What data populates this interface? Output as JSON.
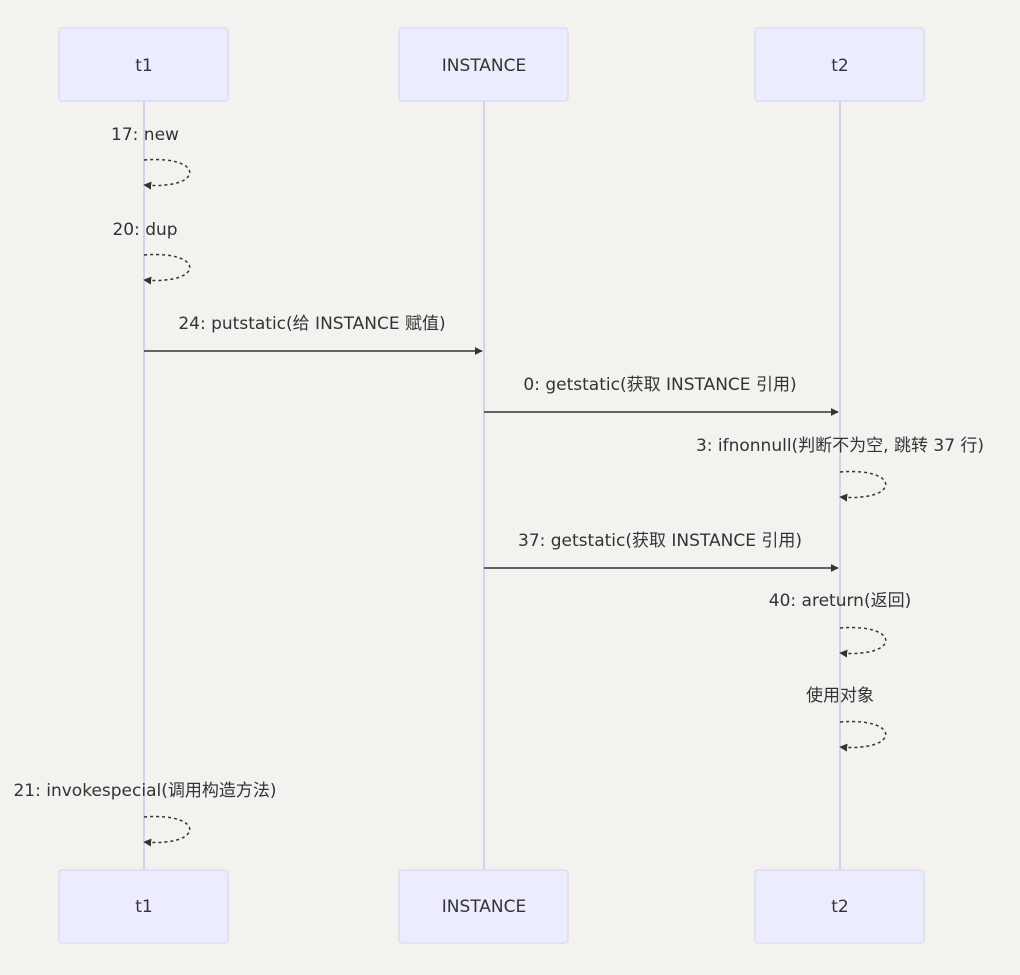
{
  "participants": [
    {
      "id": "t1",
      "label": "t1"
    },
    {
      "id": "instance",
      "label": "INSTANCE"
    },
    {
      "id": "t2",
      "label": "t2"
    }
  ],
  "messages": [
    {
      "from": "t1",
      "to": "t1",
      "text": "17: new",
      "self": true
    },
    {
      "from": "t1",
      "to": "t1",
      "text": "20: dup",
      "self": true
    },
    {
      "from": "t1",
      "to": "instance",
      "text": "24: putstatic(给 INSTANCE 赋值)",
      "self": false
    },
    {
      "from": "instance",
      "to": "t2",
      "text": "0: getstatic(获取 INSTANCE 引用)",
      "self": false
    },
    {
      "from": "t2",
      "to": "t2",
      "text": "3: ifnonnull(判断不为空, 跳转 37 行)",
      "self": true
    },
    {
      "from": "instance",
      "to": "t2",
      "text": "37: getstatic(获取 INSTANCE 引用)",
      "self": false
    },
    {
      "from": "t2",
      "to": "t2",
      "text": "40: areturn(返回)",
      "self": true
    },
    {
      "from": "t2",
      "to": "t2",
      "text": "使用对象",
      "self": true
    },
    {
      "from": "t1",
      "to": "t1",
      "text": "21: invokespecial(调用构造方法)",
      "self": true
    }
  ]
}
